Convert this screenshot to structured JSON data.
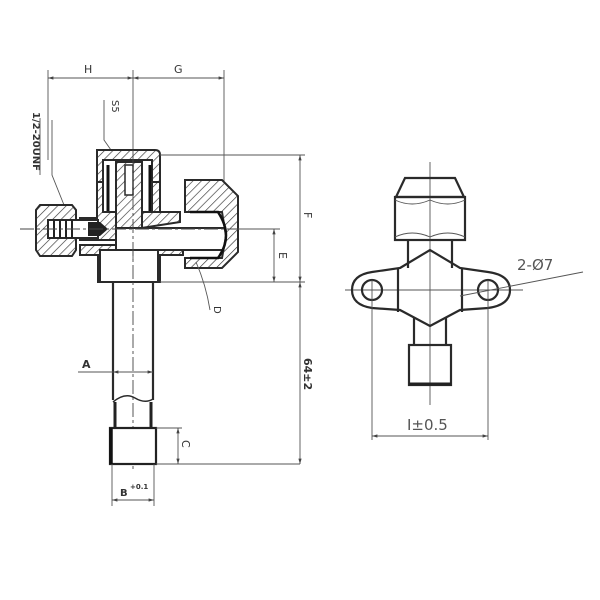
{
  "drawing": {
    "title": "Service valve technical drawing",
    "views": [
      "section-view",
      "front-view"
    ]
  },
  "section_view": {
    "dim_h": "H",
    "dim_g": "G",
    "thread_label": "1/2-20UNF",
    "s_label": "S5",
    "dim_f": "F",
    "dim_e": "E",
    "d_label": "D",
    "dim_length": "64±2",
    "dim_a": "A",
    "dim_c": "C",
    "dim_b": "B",
    "dim_b_tol": "+0.1"
  },
  "front_view": {
    "hole_label": "2-Ø7",
    "dim_i": "I±0.5"
  },
  "colors": {
    "line": "#2a2a2a",
    "dimension": "#555555",
    "background": "#ffffff"
  }
}
